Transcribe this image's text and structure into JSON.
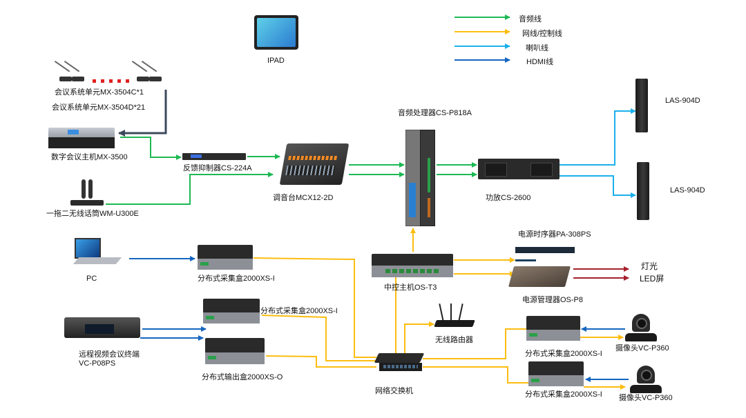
{
  "colors": {
    "audio": "#1db954",
    "network": "#fdbd10",
    "speaker": "#1ab0ea",
    "hdmi": "#1565c0",
    "conference": "#3c4a5c",
    "power": "#a3202a"
  },
  "legend": [
    {
      "type": "audio",
      "label": "音频线"
    },
    {
      "type": "network",
      "label": "网线/控制线"
    },
    {
      "type": "speaker",
      "label": "喇叭线"
    },
    {
      "type": "hdmi",
      "label": "HDMI线"
    }
  ],
  "devices": {
    "ipad": {
      "label": "IPAD"
    },
    "conf_units": {
      "label1": "会议系统单元MX-3504C*1",
      "label2": "会议系统单元MX-3504D*21"
    },
    "conf_host": {
      "label": "数字会议主机MX-3500"
    },
    "wireless_mic": {
      "label": "一拖二无线话筒WM-U300E"
    },
    "feedback": {
      "label": "反馈抑制器CS-224A"
    },
    "mixer": {
      "label": "调音台MCX12-2D"
    },
    "dsp": {
      "label": "音频处理器CS-P818A"
    },
    "amp": {
      "label": "功放CS-2600"
    },
    "speaker1": {
      "label": "LAS-904D"
    },
    "speaker2": {
      "label": "LAS-904D"
    },
    "pc": {
      "label": "PC"
    },
    "enc_pc": {
      "label": "分布式采集盒2000XS-I"
    },
    "enc_vc": {
      "label": "分布式采集盒2000XS-I"
    },
    "dec_vc": {
      "label": "分布式输出盒2000XS-O"
    },
    "vc_terminal": {
      "label1": "远程视频会议终端",
      "label2": "VC-P08PS"
    },
    "central": {
      "label": "中控主机OS-T3"
    },
    "sequencer": {
      "label": "电源时序器PA-308PS"
    },
    "power_mgr": {
      "label": "电源管理器OS-P8"
    },
    "light": {
      "label": "灯光"
    },
    "led": {
      "label": "LED屏"
    },
    "router": {
      "label": "无线路由器"
    },
    "switch": {
      "label": "网络交换机"
    },
    "enc_cam1": {
      "label": "分布式采集盒2000XS-I"
    },
    "enc_cam2": {
      "label": "分布式采集盒2000XS-I"
    },
    "cam1": {
      "label": "摄像头VC-P360"
    },
    "cam2": {
      "label": "摄像头VC-P360"
    }
  }
}
